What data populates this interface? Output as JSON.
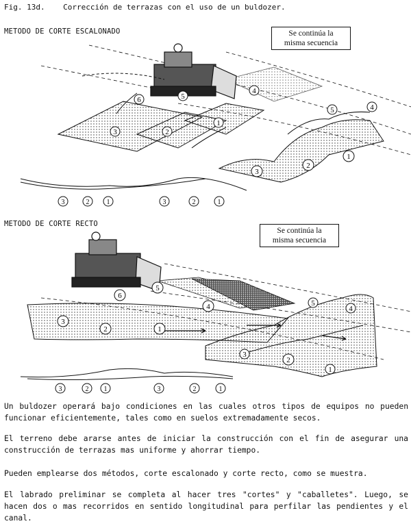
{
  "caption": "Fig. 13d.    Corrección de terrazas con el uso de un buldozer.",
  "section1": {
    "title": "METODO DE CORTE ESCALONADO",
    "note_line1": "Se continúa la",
    "note_line2": "misma secuencia",
    "labels_field": [
      "1",
      "2",
      "3",
      "4",
      "5",
      "6"
    ],
    "labels_ridges": [
      "1",
      "2",
      "3",
      "4",
      "5"
    ],
    "labels_profile": [
      "3",
      "2",
      "1",
      "3",
      "2",
      "1"
    ]
  },
  "section2": {
    "title": "METODO DE CORTE RECTO",
    "note_line1": "Se continúa la",
    "note_line2": "misma secuencia",
    "labels_field": [
      "1",
      "2",
      "3",
      "4",
      "5",
      "6"
    ],
    "labels_ridges": [
      "1",
      "2",
      "3",
      "4",
      "5"
    ],
    "labels_profile": [
      "3",
      "2",
      "1",
      "3",
      "2",
      "1"
    ]
  },
  "paragraphs": [
    "Un buldozer operará bajo condiciones en las cuales otros tipos de equipos no pueden funcionar eficientemente, tales como en suelos extremadamente secos.",
    "El terreno debe ararse antes de iniciar la construcción con el fin de asegurar una construcción de terrazas mas uniforme y ahorrar tiempo.",
    "Pueden emplearse dos métodos, corte escalonado y corte recto, como se muestra.",
    "El labrado preliminar se completa al hacer tres  \"cortes\"  y  \"caballetes\".  Luego, se hacen dos o mas recorridos en sentido longitudinal para perfilar las pendientes y el canal."
  ]
}
